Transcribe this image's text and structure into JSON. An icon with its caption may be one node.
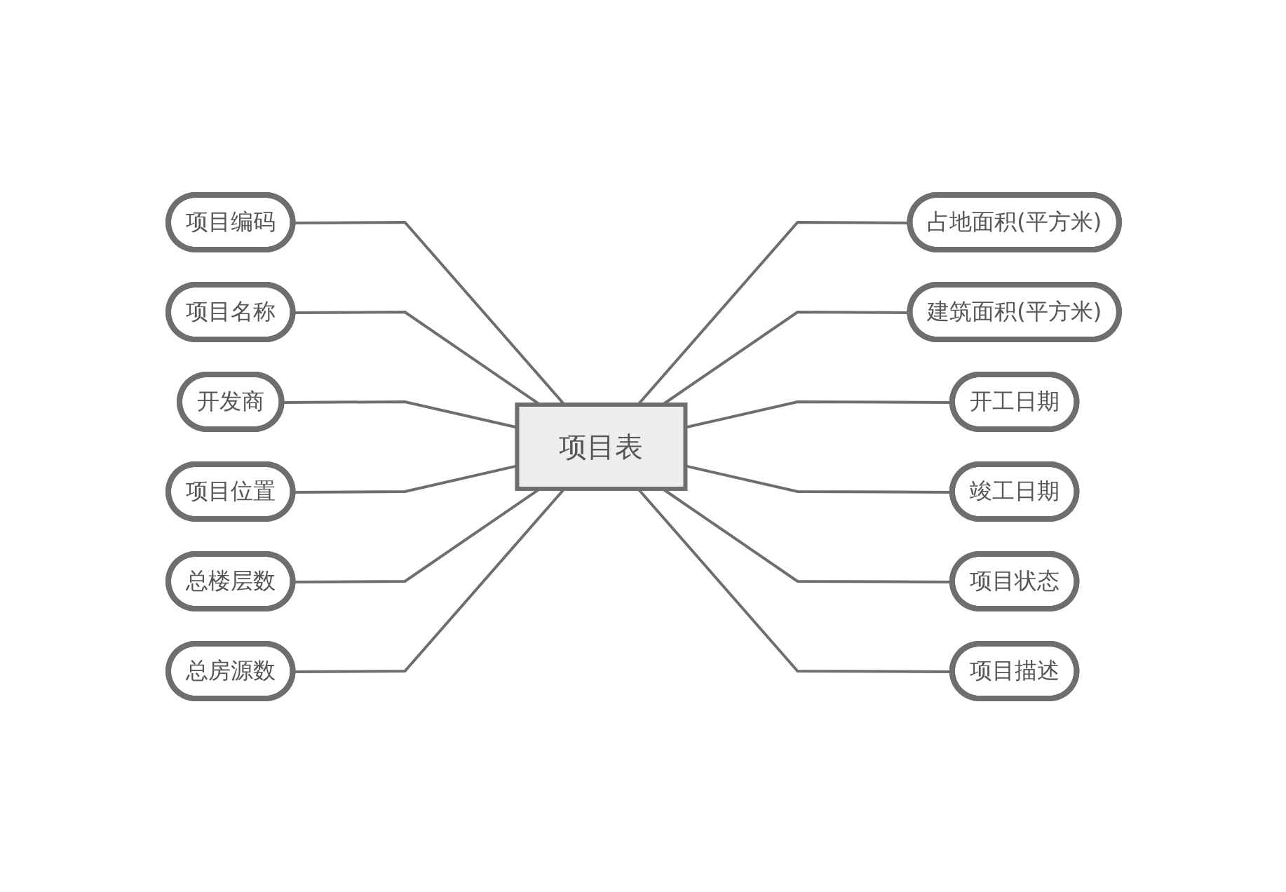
{
  "diagram": {
    "nodes": [
      {
        "text": [
          "项目编码"
        ]
      },
      {
        "text": [
          "项目名称"
        ]
      },
      {
        "text": [
          "开发商"
        ]
      },
      {
        "text": [
          "项目位置"
        ]
      },
      {
        "text": [
          "总楼层数"
        ]
      },
      {
        "text": [
          "总房源数"
        ]
      },
      {
        "text": [
          "项目表"
        ]
      },
      {
        "text": [
          "占地面积(平方米)"
        ]
      },
      {
        "text": [
          "建筑面积(平方米)"
        ]
      },
      {
        "text": [
          "开工日期"
        ]
      },
      {
        "text": [
          "竣工日期"
        ]
      },
      {
        "text": [
          "项目状态"
        ]
      },
      {
        "text": [
          "项目描述"
        ]
      }
    ],
    "edges": [
      {
        "from": 0,
        "to": 6,
        "arrow": "none"
      },
      {
        "from": 1,
        "to": 6,
        "arrow": "none"
      },
      {
        "from": 2,
        "to": 6,
        "arrow": "none"
      },
      {
        "from": 3,
        "to": 6,
        "arrow": "none"
      },
      {
        "from": 4,
        "to": 6,
        "arrow": "none"
      },
      {
        "from": 5,
        "to": 6,
        "arrow": "none"
      },
      {
        "from": 6,
        "to": 7,
        "arrow": "none"
      },
      {
        "from": 6,
        "to": 8,
        "arrow": "none"
      },
      {
        "from": 6,
        "to": 9,
        "arrow": "none"
      },
      {
        "from": 6,
        "to": 10,
        "arrow": "none"
      },
      {
        "from": 6,
        "to": 11,
        "arrow": "none"
      },
      {
        "from": 6,
        "to": 12,
        "arrow": "none"
      }
    ]
  }
}
